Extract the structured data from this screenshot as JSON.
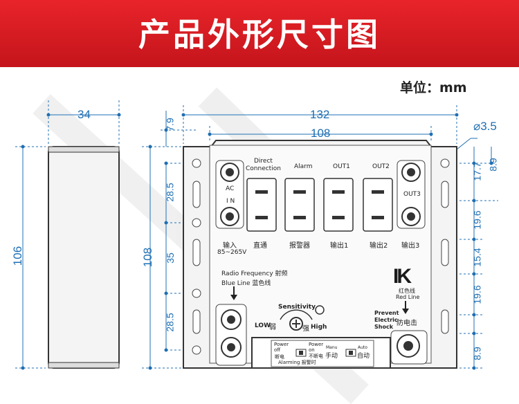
{
  "header": {
    "title": "产品外形尺寸图"
  },
  "unit_label": "单位：mm",
  "dimensions": {
    "side_width": "34",
    "side_height": "106",
    "total_width": "132",
    "inner_width": "108",
    "total_height": "108",
    "top_offset": "7.9",
    "hole_diameter": "⌀3.5",
    "left_seg1": "28.5",
    "left_seg2": "35",
    "left_seg3": "28.5",
    "right_seg1": "17.7",
    "right_seg1b": "8.9",
    "right_seg2": "19.6",
    "right_seg3": "15.4",
    "right_seg4": "19.6",
    "right_seg5": "8.9"
  },
  "panel": {
    "direct_connection": "Direct\nConnection",
    "alarm": "Alarm",
    "out1": "OUT1",
    "out2": "OUT2",
    "out3": "OUT3",
    "ac": "AC",
    "in": "I N",
    "input_cn": "输入",
    "input_v": "85~265V",
    "direct_cn": "直通",
    "alarm_cn": "报警器",
    "out1_cn": "输出1",
    "out2_cn": "输出2",
    "out3_cn": "输出3",
    "radio_freq": "Radio Frequency  射频",
    "blue_line": "Blue Line  蓝色线",
    "sensitivity": "Sensitivity",
    "low": "LOW",
    "low_cn": "弱",
    "high_cn": "强",
    "high": "High",
    "logo": "IK",
    "red_cn": "红色线",
    "red_line": "Red Line",
    "prevent": "Prevent\nElectric\nShock",
    "prevent_cn": "防电击",
    "power_off": "Power\noff",
    "power_off_cn": "断电",
    "power_on": "Power\non",
    "power_on_cn": "不断电",
    "manual": "Manu",
    "manual_cn": "手动",
    "auto": "Auto",
    "auto_cn": "自动",
    "alarming": "Alarming  报警时"
  }
}
